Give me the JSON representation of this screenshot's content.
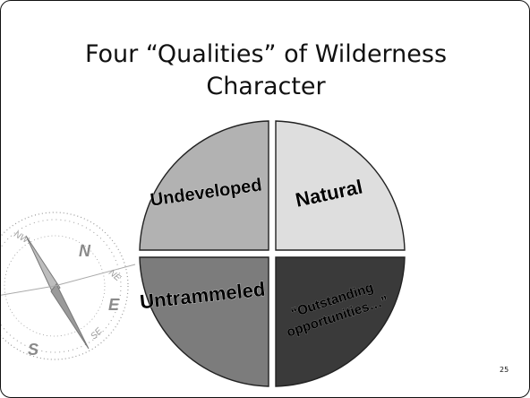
{
  "slide": {
    "title_line1": "Four “Qualities” of Wilderness",
    "title_line2": "Character",
    "page_number": "25"
  },
  "quadrants": [
    {
      "position": "top-left",
      "label": "Undeveloped",
      "color": "#b2b2b2"
    },
    {
      "position": "top-right",
      "label": "Natural",
      "color": "#dedede"
    },
    {
      "position": "bottom-left",
      "label": "Untrammeled",
      "color": "#7c7c7c"
    },
    {
      "position": "bottom-right",
      "label_line1": "“Outstanding",
      "label_line2": "opportunities…”",
      "color": "#3a3a3a"
    }
  ],
  "compass": {
    "icon": "compass-rose-icon",
    "directions": [
      "N",
      "NE",
      "E",
      "SE",
      "S",
      "NW"
    ]
  }
}
